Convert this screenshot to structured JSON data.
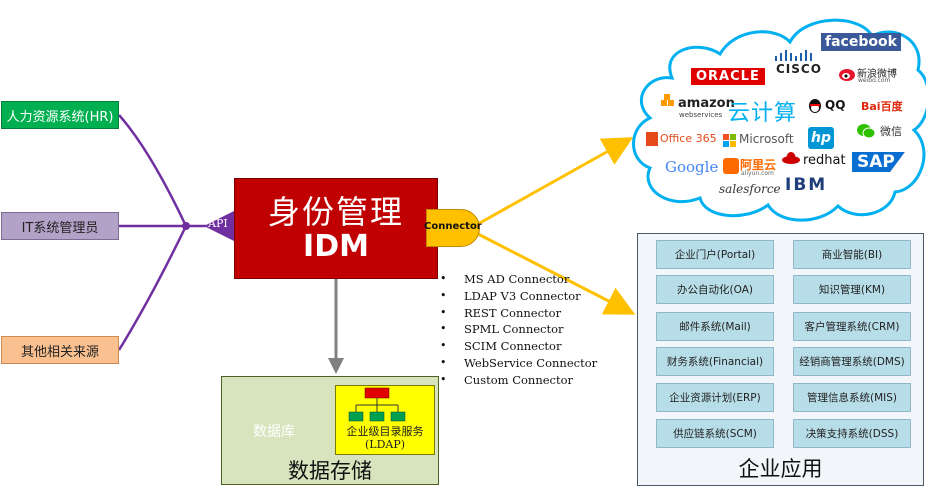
{
  "sources": {
    "hr": "人力资源系统(HR)",
    "it": "IT系统管理员",
    "other": "其他相关来源"
  },
  "idm": {
    "title": "身份管理",
    "subtitle": "IDM",
    "api_label": "API",
    "connector_label": "Connector"
  },
  "connectors": [
    "MS AD Connector",
    "LDAP V3 Connector",
    "REST Connector",
    "SPML Connector",
    "SCIM Connector",
    "WebService Connector",
    "Custom Connector"
  ],
  "storage": {
    "title": "数据存储",
    "database": "数据库",
    "ldap_line1": "企业级目录服务",
    "ldap_line2": "(LDAP)"
  },
  "cloud": {
    "title": "云计算",
    "logos": {
      "facebook": "facebook",
      "oracle": "ORACLE",
      "cisco": "CISCO",
      "weibo": "新浪微博",
      "weibo_sub": "weibo.com",
      "amazon": "amazon",
      "amazon_sub": "webservices",
      "qq": "QQ",
      "baidu": "Bai百度",
      "office": "Office 365",
      "microsoft": "Microsoft",
      "hp": "hp",
      "wechat": "微信",
      "google": "Google",
      "aliyun": "阿里云",
      "aliyun_sub": "aliyun.com",
      "redhat": "redhat",
      "sap": "SAP",
      "salesforce": "salesforce",
      "ibm": "IBM"
    }
  },
  "apps": {
    "title": "企业应用",
    "items": [
      "企业门户(Portal)",
      "商业智能(BI)",
      "办公自动化(OA)",
      "知识管理(KM)",
      "邮件系统(Mail)",
      "客户管理系统(CRM)",
      "财务系统(Financial)",
      "经销商管理系统(DMS)",
      "企业资源计划(ERP)",
      "管理信息系统(MIS)",
      "供应链系统(SCM)",
      "决策支持系统(DSS)"
    ]
  },
  "colors": {
    "idm_red": "#c00000",
    "connector_yellow": "#ffc000",
    "source_line_purple": "#7030a0",
    "hr_green": "#00b050",
    "it_purple": "#b3a2c7",
    "other_orange": "#fac090",
    "app_blue": "#b7dde8",
    "storage_green": "#d7e4bd"
  }
}
